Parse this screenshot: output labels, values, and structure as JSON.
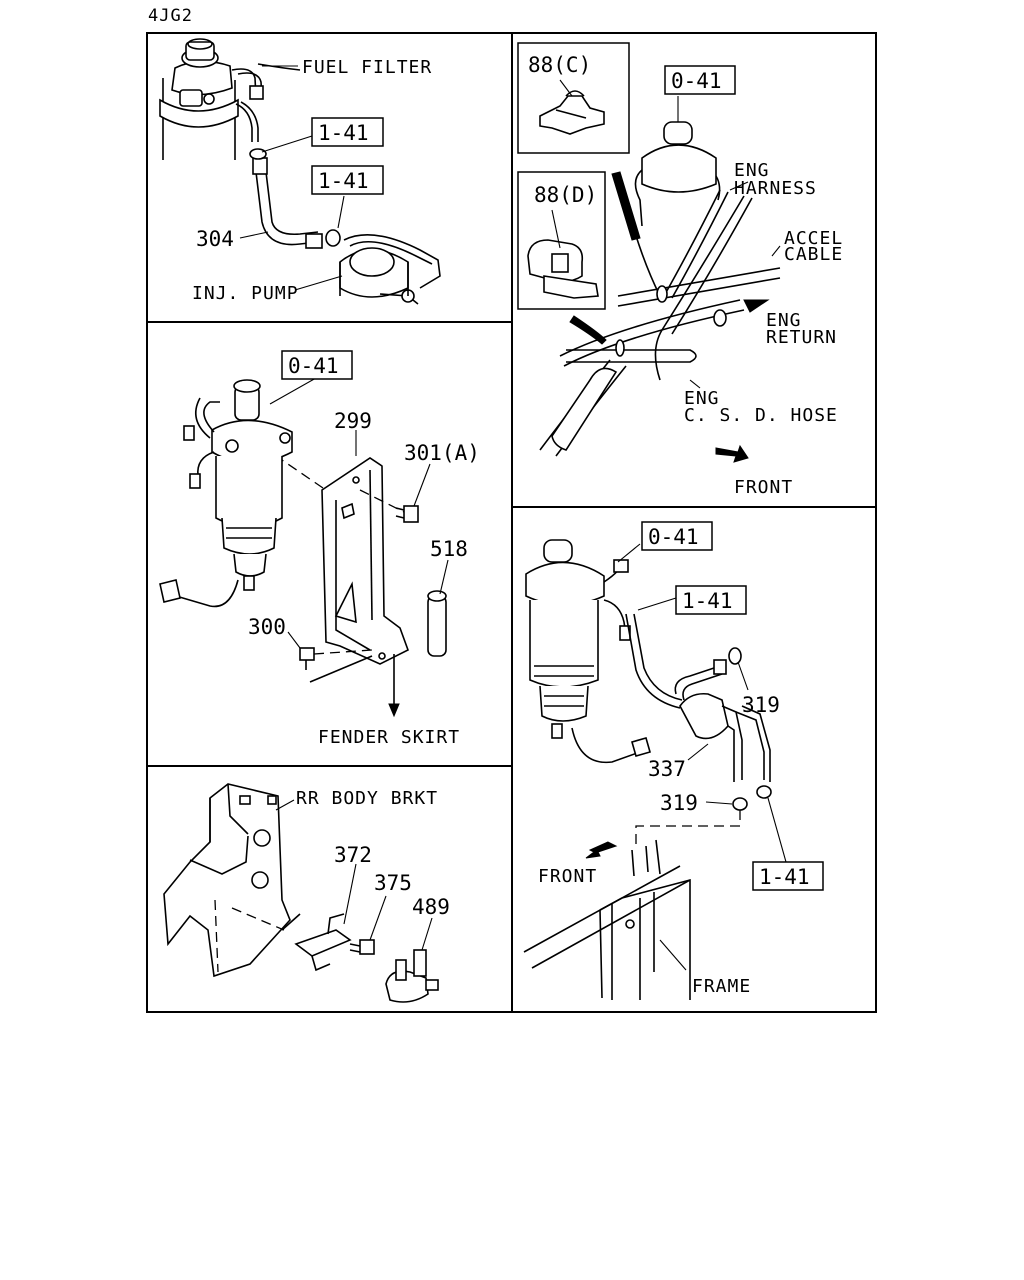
{
  "header": {
    "code": "4JG2"
  },
  "panel_fuel_filter_top": {
    "fuel_filter_label": "FUEL FILTER",
    "ref_1": "1-41",
    "ref_2": "1-41",
    "part_304": "304",
    "inj_pump_label": "INJ. PUMP"
  },
  "panel_mounting": {
    "ref": "0-41",
    "part_299": "299",
    "part_301": "301(A)",
    "part_518": "518",
    "part_300": "300",
    "fender_label": "FENDER SKIRT"
  },
  "panel_bracket": {
    "rr_body_label": "RR BODY BRKT",
    "part_372": "372",
    "part_375": "375",
    "part_489": "489"
  },
  "panel_routing": {
    "clip_c": "88(C)",
    "clip_d": "88(D)",
    "ref": "0-41",
    "eng_harness_1": "ENG",
    "eng_harness_2": "HARNESS",
    "accel_1": "ACCEL",
    "accel_2": "CABLE",
    "eng_return_1": "ENG",
    "eng_return_2": "RETURN",
    "csd_1": "ENG",
    "csd_2": "C. S. D. HOSE",
    "front_label": "FRONT"
  },
  "panel_frame": {
    "ref_1": "0-41",
    "ref_2": "1-41",
    "ref_3": "1-41",
    "part_319_a": "319",
    "part_319_b": "319",
    "part_337": "337",
    "front_label": "FRONT",
    "frame_label": "FRAME"
  }
}
